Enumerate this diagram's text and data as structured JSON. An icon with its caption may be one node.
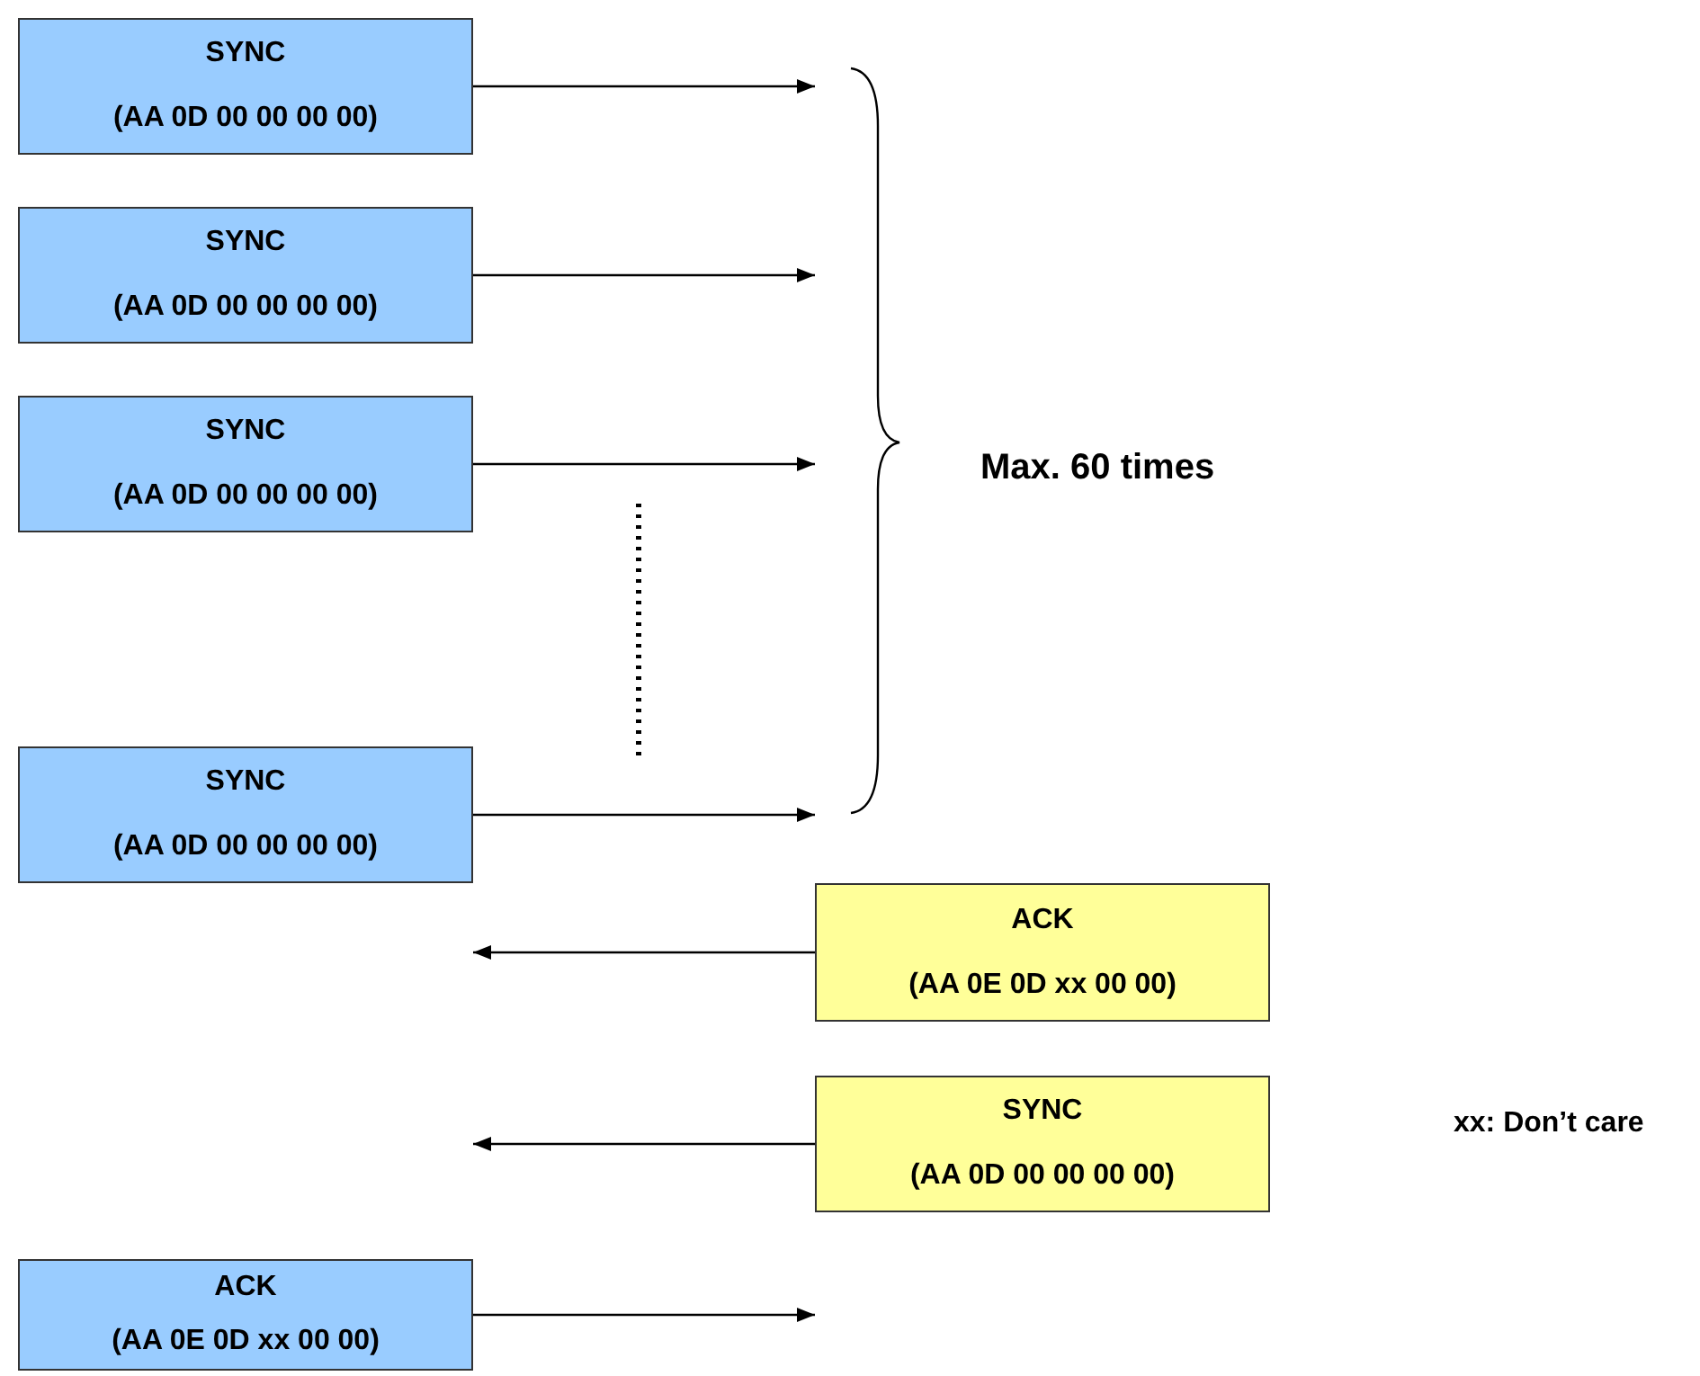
{
  "diagram": {
    "nodes": [
      {
        "text": [
          "SYNC",
          "(AA 0D 00 00 00 00)"
        ]
      },
      {
        "text": [
          "SYNC",
          "(AA 0D 00 00 00 00)"
        ]
      },
      {
        "text": [
          "SYNC",
          "(AA 0D 00 00 00 00)"
        ]
      },
      {
        "text": [
          "SYNC",
          "(AA 0D 00 00 00 00)"
        ]
      },
      {
        "text": [
          "ACK",
          "(AA 0E 0D xx 00 00)"
        ]
      },
      {
        "text": [
          "SYNC",
          "(AA 0D 00 00 00 00)"
        ]
      },
      {
        "text": [
          "ACK",
          "(AA 0E 0D xx 00 00)"
        ]
      }
    ],
    "edges": [
      {
        "from": 0,
        "to": null,
        "arrow": "to"
      },
      {
        "from": 1,
        "to": null,
        "arrow": "to"
      },
      {
        "from": 2,
        "to": null,
        "arrow": "to"
      },
      {
        "from": 3,
        "to": null,
        "arrow": "to"
      },
      {
        "from": 4,
        "to": null,
        "arrow": "to"
      },
      {
        "from": 5,
        "to": null,
        "arrow": "to"
      },
      {
        "from": 6,
        "to": null,
        "arrow": "to"
      }
    ],
    "labels": [
      "Max. 60 times",
      "xx: Don’t care"
    ]
  }
}
